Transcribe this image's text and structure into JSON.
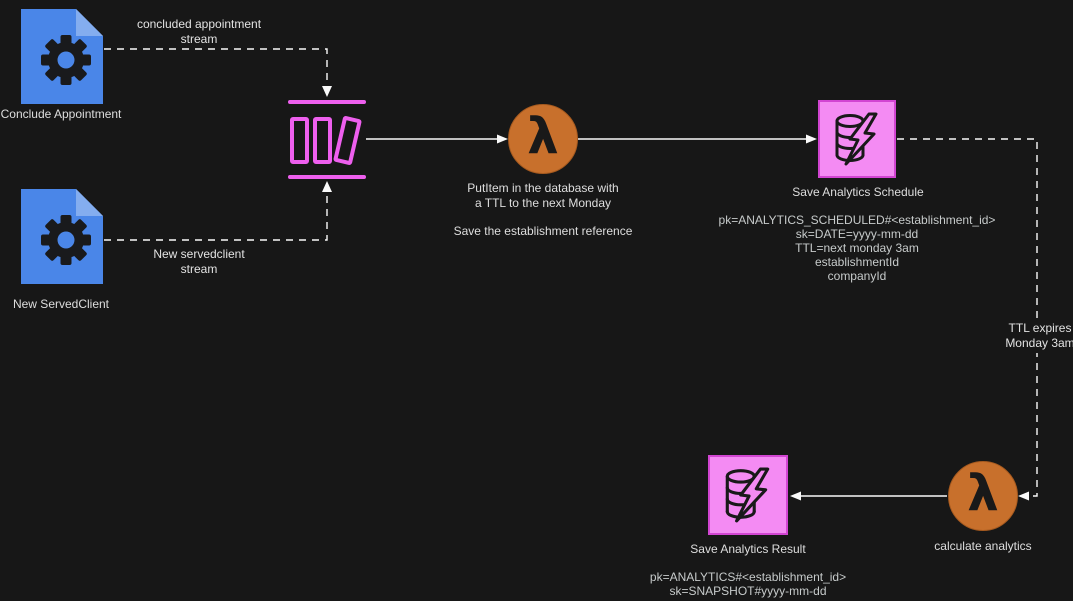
{
  "diagram": {
    "background": "#171717",
    "colors": {
      "pink_stroke": "#ee5fee",
      "pink_fill": "#f48bf3",
      "pink_border": "#d245d2",
      "lambda_orange": "#c8702c",
      "doc_blue": "#4a86e8",
      "doc_fold_blue": "#84adef",
      "line_white": "#fafafa",
      "glyph_dark": "#191919"
    },
    "nodes": {
      "conclude_appointment": {
        "label": "Conclude Appointment",
        "icon": "document-gear-icon"
      },
      "new_servedclient": {
        "label": "New ServedClient",
        "icon": "document-gear-icon"
      },
      "stream_queue": {
        "icon": "queue-icon"
      },
      "putitem_lambda": {
        "icon": "lambda-icon",
        "glyph": "λ",
        "caption_line1": "PutItem in the database with",
        "caption_line2": "a TTL to the next Monday",
        "caption_line3": "Save the establishment reference"
      },
      "save_analytics_schedule": {
        "label": "Save Analytics Schedule",
        "icon": "database-flash-icon",
        "attrs": [
          "pk=ANALYTICS_SCHEDULED#<establishment_id>",
          "sk=DATE=yyyy-mm-dd",
          "TTL=next monday 3am",
          "establishmentId",
          "companyId"
        ]
      },
      "calculate_analytics_lambda": {
        "icon": "lambda-icon",
        "glyph": "λ",
        "label": "calculate analytics"
      },
      "save_analytics_result": {
        "label": "Save Analytics Result",
        "icon": "database-flash-icon",
        "attrs": [
          "pk=ANALYTICS#<establishment_id>",
          "sk=SNAPSHOT#yyyy-mm-dd"
        ]
      }
    },
    "edges": {
      "concluded_stream": {
        "line1": "concluded appointment",
        "line2": "stream"
      },
      "servedclient_stream": {
        "line1": "New servedclient",
        "line2": "stream"
      },
      "ttl_expires": {
        "line1": "TTL expires",
        "line2": "Monday 3am"
      }
    }
  }
}
